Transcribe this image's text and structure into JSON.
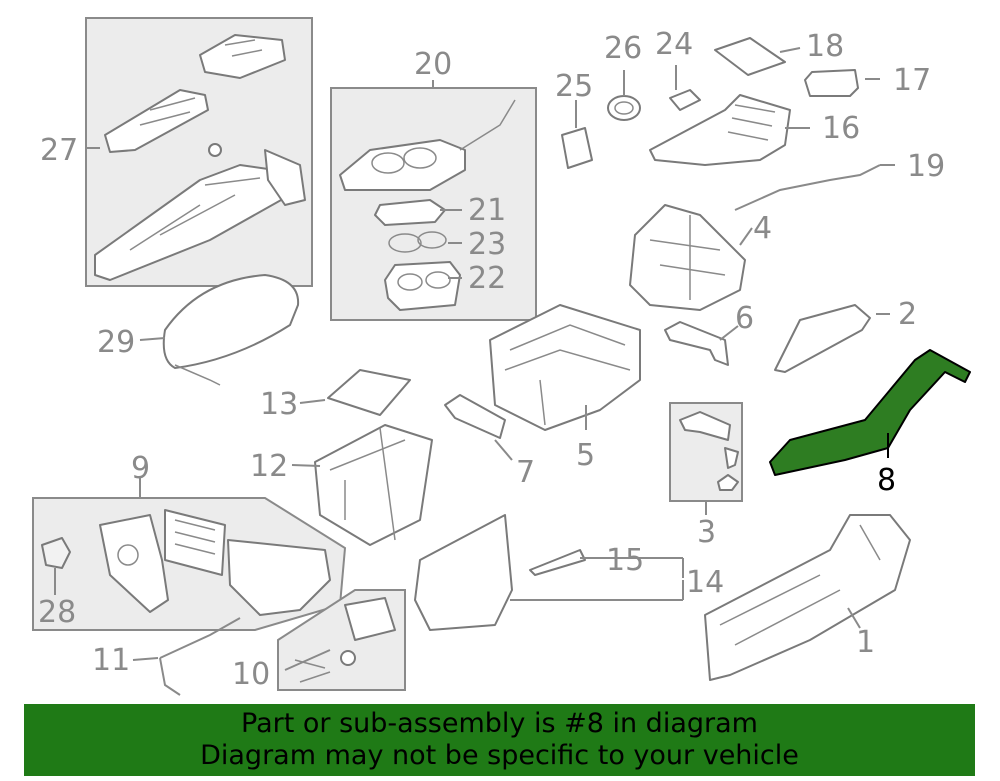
{
  "labels": {
    "l1": "1",
    "l2": "2",
    "l3": "3",
    "l4": "4",
    "l5": "5",
    "l6": "6",
    "l7": "7",
    "l8": "8",
    "l9": "9",
    "l10": "10",
    "l11": "11",
    "l12": "12",
    "l13": "13",
    "l14": "14",
    "l15": "15",
    "l16": "16",
    "l17": "17",
    "l18": "18",
    "l19": "19",
    "l20": "20",
    "l21": "21",
    "l22": "22",
    "l23": "23",
    "l24": "24",
    "l25": "25",
    "l26": "26",
    "l27": "27",
    "l28": "28",
    "l29": "29"
  },
  "highlight": {
    "part_number": "8",
    "color": "#2e7d22"
  },
  "banner": {
    "line1": "Part or sub-assembly is #8 in diagram",
    "line2": "Diagram may not be specific to your vehicle",
    "background": "#1f7a16"
  }
}
